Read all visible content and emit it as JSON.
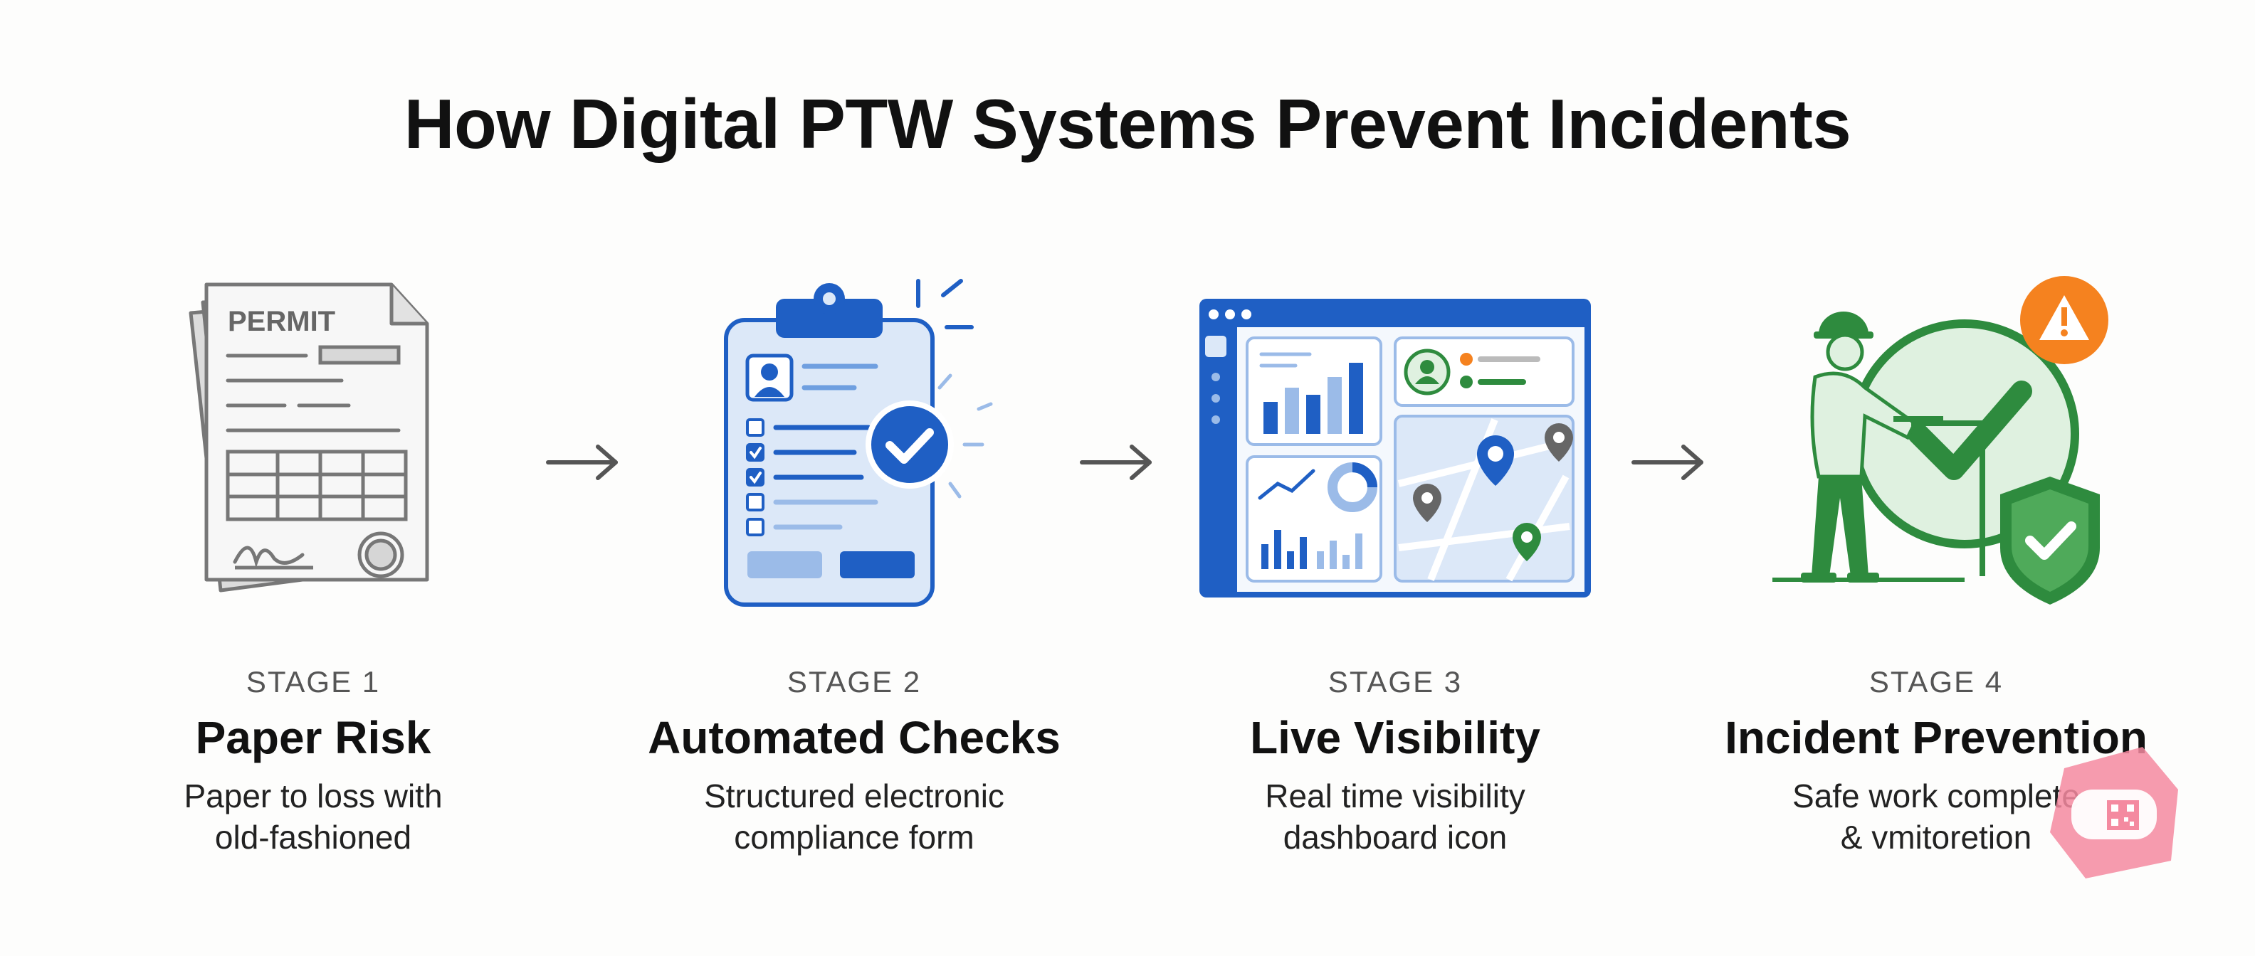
{
  "title": "How Digital PTW Systems Prevent Incidents",
  "stages": [
    {
      "number": "STAGE 1",
      "name": "Paper Risk",
      "desc_line1": "Paper to loss with",
      "desc_line2": "old-fashioned",
      "icon": "paper-permit-icon",
      "icon_text": "PERMIT"
    },
    {
      "number": "STAGE 2",
      "name": "Automated Checks",
      "desc_line1": "Structured electronic",
      "desc_line2": "compliance form",
      "icon": "digital-checklist-icon"
    },
    {
      "number": "STAGE 3",
      "name": "Live Visibility",
      "desc_line1": "Real time visibility",
      "desc_line2": "dashboard icon",
      "icon": "dashboard-map-icon"
    },
    {
      "number": "STAGE 4",
      "name": "Incident Prevention",
      "desc_line1": "Safe work complete",
      "desc_line2": "& vmitoretion",
      "icon": "worker-safety-icon"
    }
  ],
  "colors": {
    "blue": "#1f5fc4",
    "light_blue": "#dce8f8",
    "green": "#2e8b3e",
    "light_green": "#dff1e0",
    "orange": "#f5821f",
    "gray": "#8a8a8a"
  }
}
